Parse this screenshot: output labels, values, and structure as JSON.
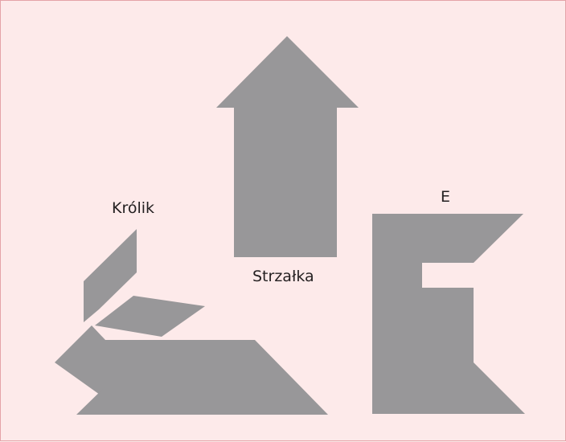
{
  "figure": {
    "labels": {
      "rabbit": "Królik",
      "arrow": "Strzałka",
      "letter": "E"
    },
    "colors": {
      "background": "#fdeaea",
      "border": "#e5a3a8",
      "shape_fill": "#989799",
      "text": "#231f20"
    }
  }
}
